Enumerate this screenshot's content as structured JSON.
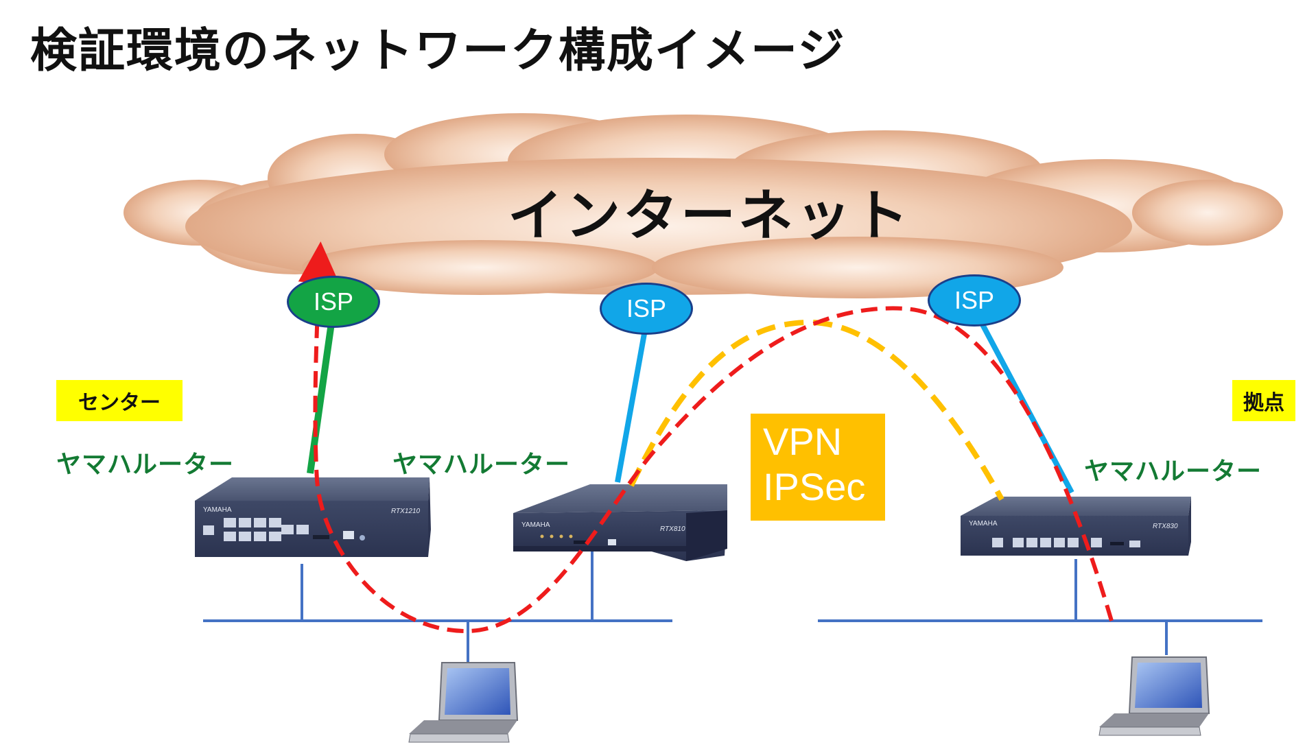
{
  "title": "検証環境のネットワーク構成イメージ",
  "cloud": {
    "label": "インターネット",
    "color": "#e6b596"
  },
  "isp": [
    {
      "label": "ISP",
      "color": "#13a445"
    },
    {
      "label": "ISP",
      "color": "#11a6e8"
    },
    {
      "label": "ISP",
      "color": "#11a6e8"
    }
  ],
  "sites": {
    "center": "センター",
    "branch": "拠点"
  },
  "routers": [
    {
      "label": "ヤマハルーター",
      "model": "RTX1210",
      "brand": "YAMAHA"
    },
    {
      "label": "ヤマハルーター",
      "model": "RTX810",
      "brand": "YAMAHA"
    },
    {
      "label": "ヤマハルーター",
      "model": "RTX830",
      "brand": "YAMAHA"
    }
  ],
  "vpn": {
    "line1": "VPN",
    "line2": "IPSec",
    "color": "#ffc000"
  },
  "colors": {
    "lan": "#4472c4",
    "isp_green": "#13a445",
    "isp_blue": "#11a6e8",
    "vpn_orange": "#ffc000",
    "route_red": "#ee1c1c",
    "label_yellow": "#ffff00",
    "router_green": "#137a33"
  }
}
